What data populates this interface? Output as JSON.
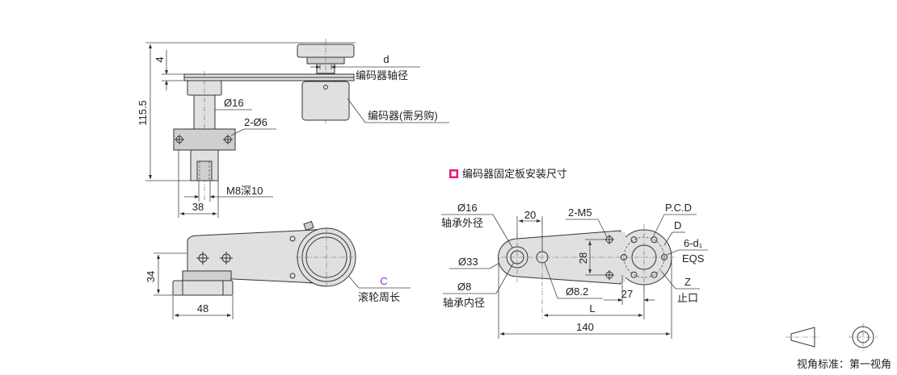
{
  "colors": {
    "accent": "#e6177c",
    "c_label": "#8a2be2"
  },
  "side_view": {
    "dim_height_total": "115.5",
    "dim_4": "4",
    "dim_width": "38",
    "label_shaft": "Ø16",
    "label_holes": "2-Ø6",
    "label_tap": "M8深10",
    "label_d": "d",
    "label_encoder_shaft": "编码器轴径",
    "label_encoder": "编码器(需另购)"
  },
  "top_view": {
    "dim_34": "34",
    "dim_48": "48",
    "label_c": "C",
    "label_roller": "滚轮周长"
  },
  "plate": {
    "title": "编码器固定板安装尺寸",
    "label_o16": "Ø16",
    "label_bearing_outer": "轴承外径",
    "label_20": "20",
    "label_m5": "2-M5",
    "label_pcd": "P.C.D",
    "label_D": "D",
    "label_6d": "6-d₁",
    "label_eqs": "EQS",
    "label_28": "28",
    "label_o33": "Ø33",
    "label_o8": "Ø8",
    "label_bearing_inner": "轴承内径",
    "label_o82": "Ø8.2",
    "label_27": "27",
    "label_z": "Z",
    "label_spigot": "止口",
    "label_L": "L",
    "label_140": "140"
  },
  "projection": {
    "label": "视角标准：第一视角"
  }
}
